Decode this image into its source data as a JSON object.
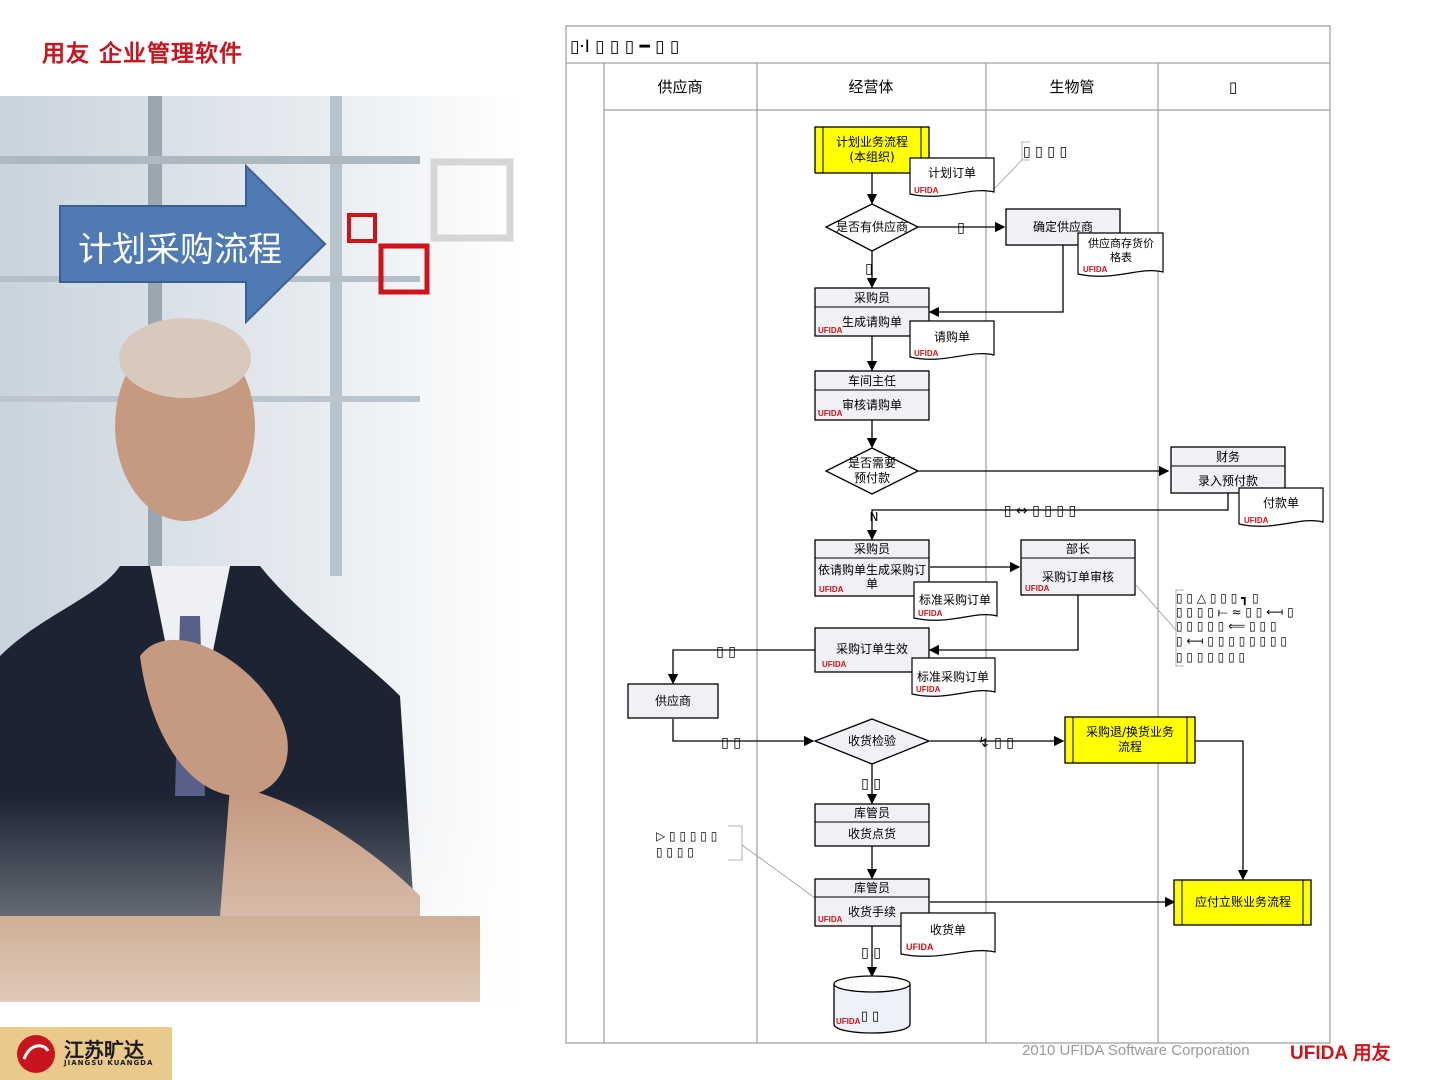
{
  "brand": {
    "title": "用友 企业管理软件"
  },
  "slide": {
    "arrow_title": "计划采购流程"
  },
  "flow": {
    "header_title": "▯·I ▯ ▯ ▯ ━  ▯ ▯",
    "lanes": [
      "供应商",
      "经营体",
      "生物管",
      "▯"
    ],
    "ufida": "UFIDA",
    "nodes": {
      "plan_process": "计划业务流程",
      "plan_process_sub": "(本组织)",
      "plan_order": "计划订单",
      "has_supplier": "是否有供应商",
      "confirm_supplier": "确定供应商",
      "price_list_1": "供应商存货价",
      "price_list_2": "格表",
      "buyer_1": "采购员",
      "create_request": "生成请购单",
      "request_doc": "请购单",
      "workshop_head": "车间主任",
      "review_request": "审核请购单",
      "need_prepay_1": "是否需要",
      "need_prepay_2": "预付款",
      "finance": "财务",
      "enter_prepay": "录入预付款",
      "payment_doc": "付款单",
      "buyer_2": "采购员",
      "gen_po_1": "依请购单生成采购订",
      "gen_po_2": "单",
      "std_po_1": "标准采购订单",
      "dept_head": "部长",
      "po_review": "采购订单审核",
      "po_effective": "采购订单生效",
      "std_po_2": "标准采购订单",
      "supplier": "供应商",
      "receive_check": "收货检验",
      "return_process_1": "采购退/换货业务",
      "return_process_2": "流程",
      "keeper_1": "库管员",
      "receive_count": "收货点货",
      "keeper_2": "库管员",
      "receive_proc": "收货手续",
      "receipt_doc": "收货单",
      "ap_process": "应付立账业务流程",
      "db_label": "▯ ▯"
    },
    "labels": {
      "note1": "▯ ▯ ▯ ▯",
      "no": "▯",
      "yes": "▯",
      "n": "N",
      "prepay_back": "▯ ↔ ▯ ▯ ▯ ▯",
      "send": "▯ ▯",
      "deliver": "▯ ▯",
      "reject": "↯ ▯ ▯",
      "pass": "▯ ▯",
      "store": "▯ ▯"
    },
    "note_right": [
      "▯ ▯ △ ▯ ▯ ▯ ┓ ▯",
      "▯ ▯ ▯ ▯ ⟝ ≈ ▯ ▯ ⟻ ▯",
      "▯ ▯ ▯ ▯ ▯ ⟸ ▯ ▯ ▯",
      "▯ ⟻ ▯ ▯ ▯ ▯ ▯ ▯ ▯ ▯",
      "▯ ▯ ▯ ▯ ▯ ▯ ▯"
    ],
    "note_left": [
      "▷ ▯ ▯ ▯ ▯ ▯",
      "▯ ▯ ▯ ▯"
    ]
  },
  "logo": {
    "name": "江苏旷达",
    "sub": "JIANGSU  KUANGDA"
  },
  "footer": {
    "copyright": "2010 UFIDA Software Corporation",
    "brand": "UFIDA 用友"
  }
}
